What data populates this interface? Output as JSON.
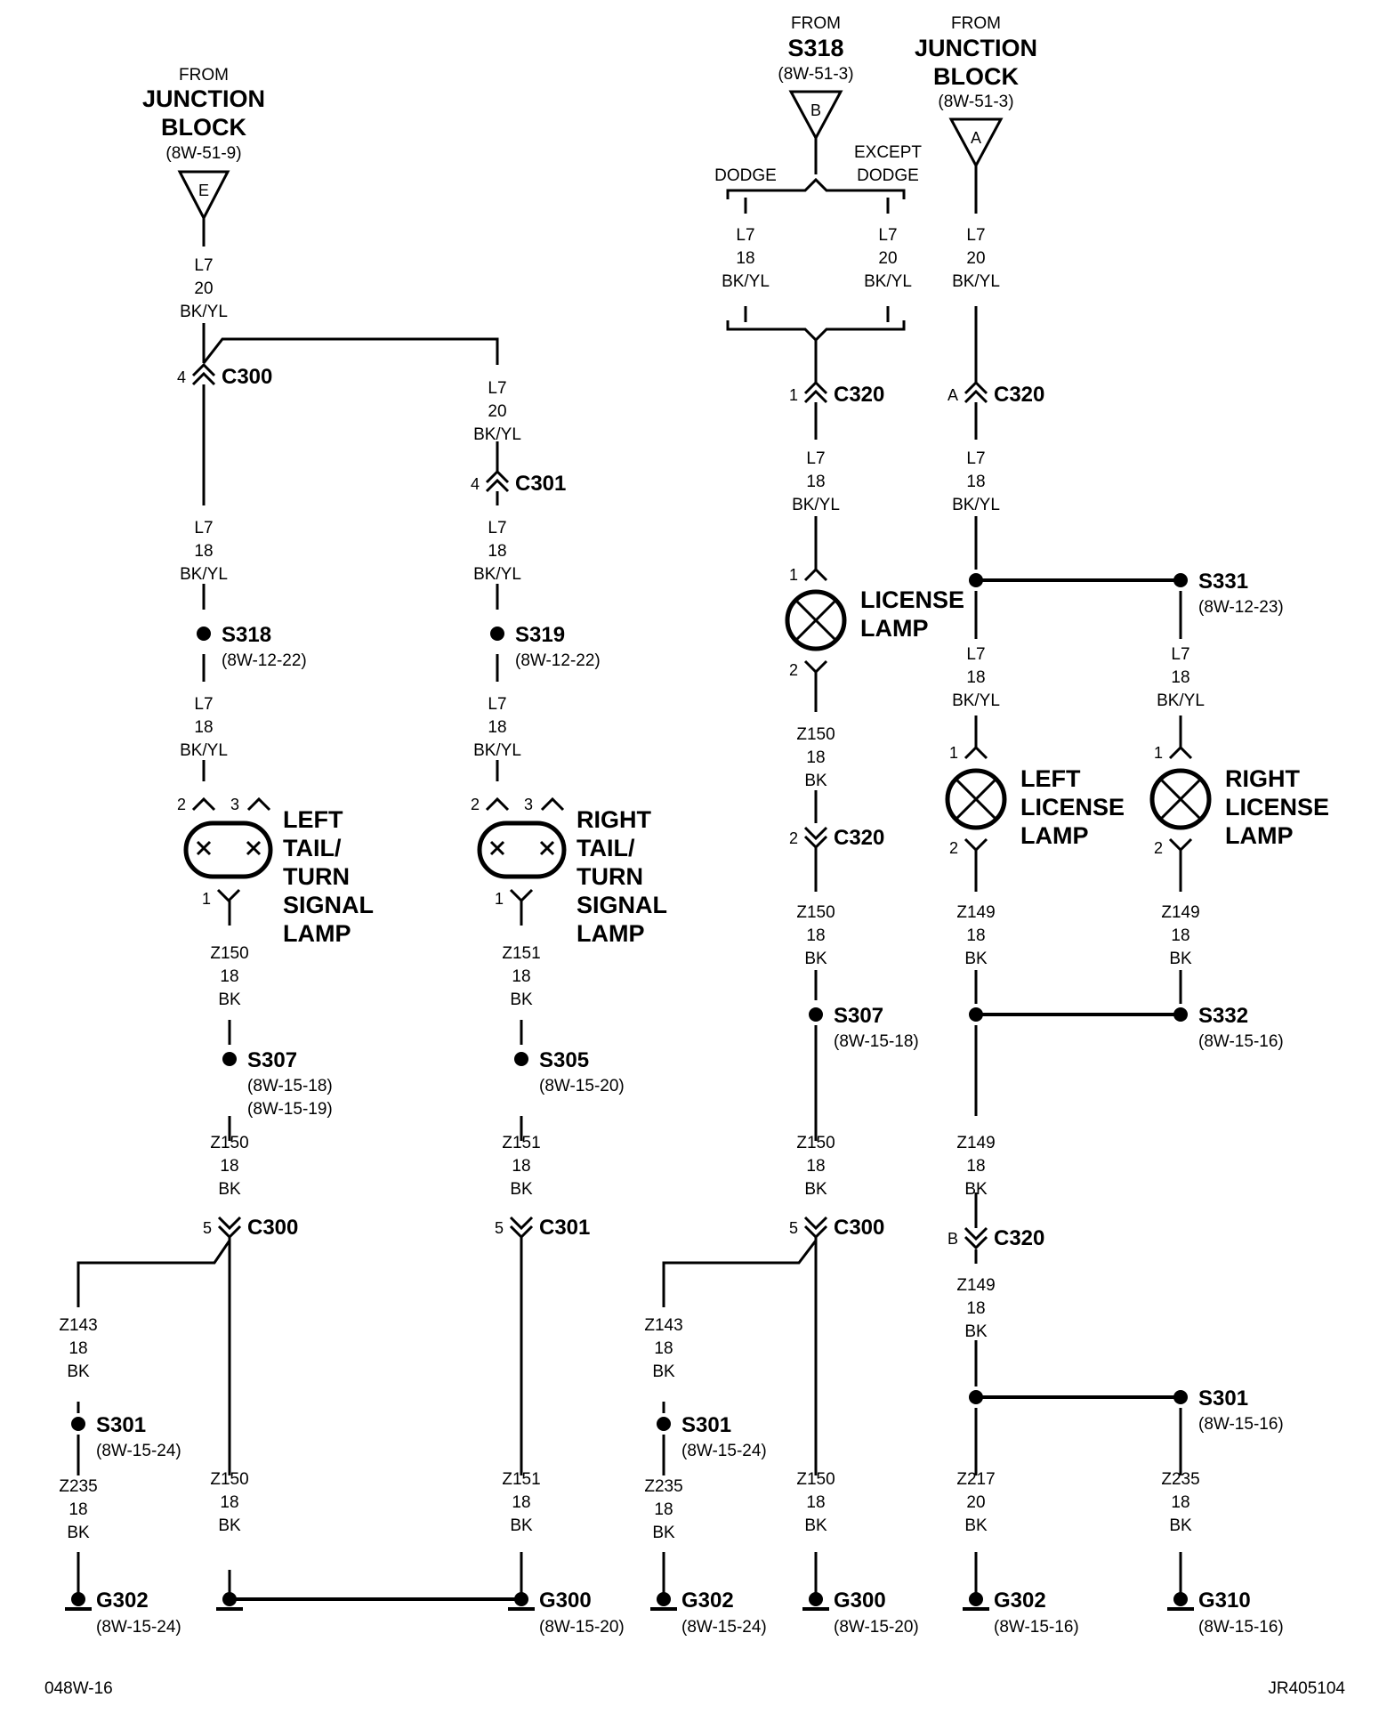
{
  "sources": {
    "left": {
      "from": "FROM",
      "line1": "JUNCTION",
      "line2": "BLOCK",
      "ref": "(8W-51-9)",
      "tag": "E"
    },
    "mid": {
      "from": "FROM",
      "line1": "S318",
      "ref": "(8W-51-3)",
      "tag": "B"
    },
    "right": {
      "from": "FROM",
      "line1": "JUNCTION",
      "line2": "BLOCK",
      "ref": "(8W-51-3)",
      "tag": "A"
    }
  },
  "branch": {
    "dodge": "DODGE",
    "except1": "EXCEPT",
    "except2": "DODGE"
  },
  "wires": {
    "a1": {
      "c": "L7",
      "g": "20",
      "col": "BK/YL"
    },
    "a2": {
      "c": "L7",
      "g": "20",
      "col": "BK/YL"
    },
    "a3": {
      "c": "L7",
      "g": "18",
      "col": "BK/YL"
    },
    "a4": {
      "c": "L7",
      "g": "18",
      "col": "BK/YL"
    },
    "a5": {
      "c": "L7",
      "g": "18",
      "col": "BK/YL"
    },
    "a6": {
      "c": "L7",
      "g": "18",
      "col": "BK/YL"
    },
    "a7": {
      "c": "Z150",
      "g": "18",
      "col": "BK"
    },
    "a8": {
      "c": "Z151",
      "g": "18",
      "col": "BK"
    },
    "a9": {
      "c": "Z150",
      "g": "18",
      "col": "BK"
    },
    "a10": {
      "c": "Z151",
      "g": "18",
      "col": "BK"
    },
    "a11": {
      "c": "Z143",
      "g": "18",
      "col": "BK"
    },
    "a12": {
      "c": "Z235",
      "g": "18",
      "col": "BK"
    },
    "a13": {
      "c": "Z150",
      "g": "18",
      "col": "BK"
    },
    "a14": {
      "c": "Z151",
      "g": "18",
      "col": "BK"
    },
    "b1": {
      "c": "L7",
      "g": "18",
      "col": "BK/YL"
    },
    "b2": {
      "c": "L7",
      "g": "20",
      "col": "BK/YL"
    },
    "b3": {
      "c": "L7",
      "g": "18",
      "col": "BK/YL"
    },
    "b4": {
      "c": "Z150",
      "g": "18",
      "col": "BK"
    },
    "b5": {
      "c": "Z150",
      "g": "18",
      "col": "BK"
    },
    "b6": {
      "c": "Z150",
      "g": "18",
      "col": "BK"
    },
    "b7": {
      "c": "Z143",
      "g": "18",
      "col": "BK"
    },
    "b8": {
      "c": "Z235",
      "g": "18",
      "col": "BK"
    },
    "b9": {
      "c": "Z150",
      "g": "18",
      "col": "BK"
    },
    "c1": {
      "c": "L7",
      "g": "20",
      "col": "BK/YL"
    },
    "c2": {
      "c": "L7",
      "g": "18",
      "col": "BK/YL"
    },
    "c3": {
      "c": "L7",
      "g": "18",
      "col": "BK/YL"
    },
    "c4": {
      "c": "L7",
      "g": "18",
      "col": "BK/YL"
    },
    "c5": {
      "c": "Z149",
      "g": "18",
      "col": "BK"
    },
    "c6": {
      "c": "Z149",
      "g": "18",
      "col": "BK"
    },
    "c7": {
      "c": "Z149",
      "g": "18",
      "col": "BK"
    },
    "c8": {
      "c": "Z149",
      "g": "18",
      "col": "BK"
    },
    "c9": {
      "c": "Z217",
      "g": "20",
      "col": "BK"
    },
    "c10": {
      "c": "Z235",
      "g": "18",
      "col": "BK"
    }
  },
  "connectors": {
    "c300_top": {
      "pin": "4",
      "name": "C300"
    },
    "c301_top": {
      "pin": "4",
      "name": "C301"
    },
    "c300_bot": {
      "pin": "5",
      "name": "C300"
    },
    "c301_bot": {
      "pin": "5",
      "name": "C301"
    },
    "c320_1": {
      "pin": "1",
      "name": "C320"
    },
    "c320_2": {
      "pin": "2",
      "name": "C320"
    },
    "c300_mid": {
      "pin": "5",
      "name": "C300"
    },
    "c320_a": {
      "pin": "A",
      "name": "C320"
    },
    "c320_b": {
      "pin": "B",
      "name": "C320"
    }
  },
  "splices": {
    "s318": {
      "name": "S318",
      "ref": "(8W-12-22)"
    },
    "s319": {
      "name": "S319",
      "ref": "(8W-12-22)"
    },
    "s307a": {
      "name": "S307",
      "ref": "(8W-15-18)",
      "ref2": "(8W-15-19)"
    },
    "s305": {
      "name": "S305",
      "ref": "(8W-15-20)"
    },
    "s301a": {
      "name": "S301",
      "ref": "(8W-15-24)"
    },
    "s307b": {
      "name": "S307",
      "ref": "(8W-15-18)"
    },
    "s301b": {
      "name": "S301",
      "ref": "(8W-15-24)"
    },
    "s331": {
      "name": "S331",
      "ref": "(8W-12-23)"
    },
    "s332": {
      "name": "S332",
      "ref": "(8W-15-16)"
    },
    "s301c": {
      "name": "S301",
      "ref": "(8W-15-16)"
    }
  },
  "grounds": {
    "g302a": {
      "name": "G302",
      "ref": "(8W-15-24)"
    },
    "g300a": {
      "name": "G300",
      "ref": "(8W-15-20)"
    },
    "g302b": {
      "name": "G302",
      "ref": "(8W-15-24)"
    },
    "g300b": {
      "name": "G300",
      "ref": "(8W-15-20)"
    },
    "g302c": {
      "name": "G302",
      "ref": "(8W-15-16)"
    },
    "g310": {
      "name": "G310",
      "ref": "(8W-15-16)"
    }
  },
  "lamps": {
    "left_tail": {
      "lines": [
        "LEFT",
        "TAIL/",
        "TURN",
        "SIGNAL",
        "LAMP"
      ],
      "pins": [
        "2",
        "3",
        "1"
      ]
    },
    "right_tail": {
      "lines": [
        "RIGHT",
        "TAIL/",
        "TURN",
        "SIGNAL",
        "LAMP"
      ],
      "pins": [
        "2",
        "3",
        "1"
      ]
    },
    "license": {
      "lines": [
        "LICENSE",
        "LAMP"
      ],
      "pins": [
        "1",
        "2"
      ]
    },
    "left_license": {
      "lines": [
        "LEFT",
        "LICENSE",
        "LAMP"
      ],
      "pins": [
        "1",
        "2"
      ]
    },
    "right_license": {
      "lines": [
        "RIGHT",
        "LICENSE",
        "LAMP"
      ],
      "pins": [
        "1",
        "2"
      ]
    }
  },
  "footer": {
    "left": "048W-16",
    "right": "JR405104"
  }
}
